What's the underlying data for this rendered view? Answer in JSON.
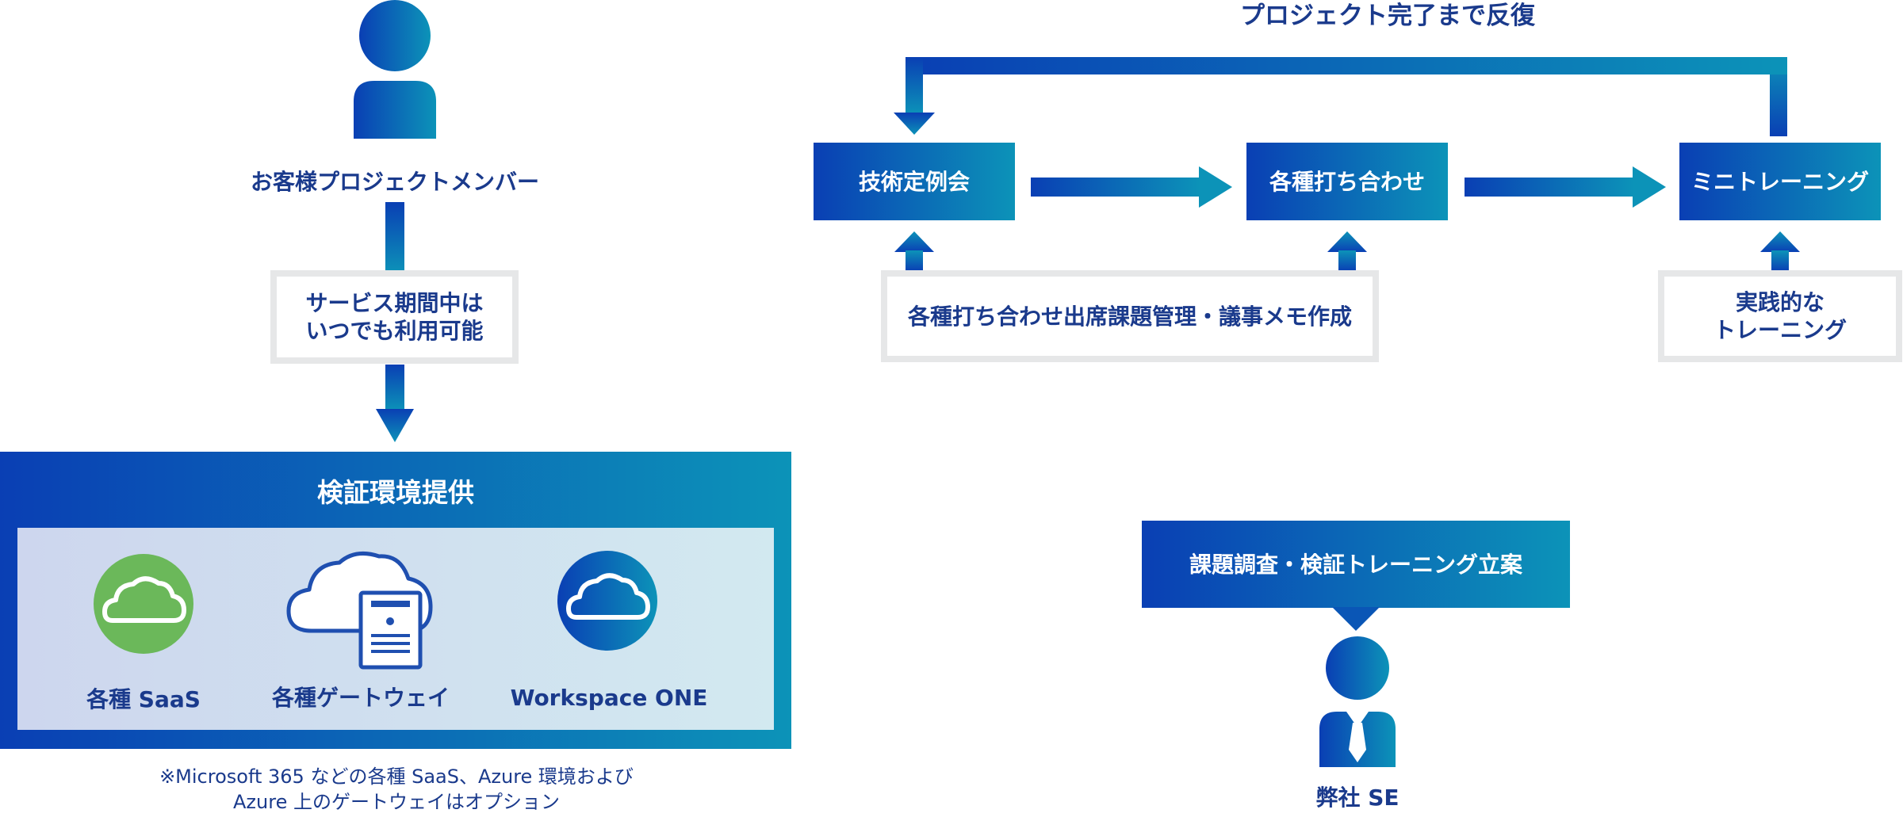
{
  "customer": {
    "label": "お客様プロジェクトメンバー",
    "availability": "サービス期間中は\nいつでも利用可能"
  },
  "environment": {
    "title": "検証環境提供",
    "items": [
      {
        "label": "各種 SaaS",
        "icon": "cloud-icon-green"
      },
      {
        "label": "各種ゲートウェイ",
        "icon": "cloud-server-icon"
      },
      {
        "label": "Workspace ONE",
        "icon": "cloud-icon-blue"
      }
    ],
    "note": "※Microsoft 365 などの各種 SaaS、Azure 環境および\nAzure 上のゲートウェイはオプション"
  },
  "process": {
    "loop_label": "プロジェクト完了まで反復",
    "steps": [
      "技術定例会",
      "各種打ち合わせ",
      "ミニトレーニング"
    ],
    "support_meeting": "各種打ち合わせ出席課題管理・議事メモ作成",
    "support_training": "実践的な\nトレーニング"
  },
  "se": {
    "task": "課題調査・検証トレーニング立案",
    "label": "弊社 SE"
  },
  "colors": {
    "gradient_start": "#0a3fb4",
    "gradient_end": "#0c93b8",
    "text_navy": "#1a3a8c",
    "frame_gray": "#e6e7e8",
    "green": "#6bb85a"
  }
}
